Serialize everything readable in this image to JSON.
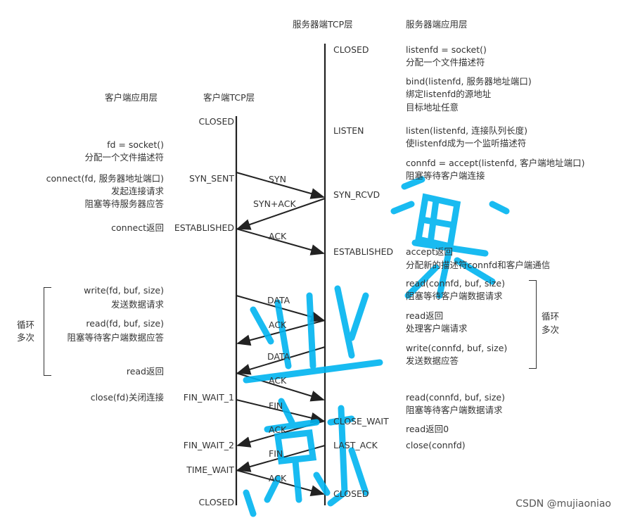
{
  "headers": {
    "server_tcp": "服务器端TCP层",
    "server_app": "服务器端应用层",
    "client_app": "客户端应用层",
    "client_tcp": "客户端TCP层"
  },
  "client_states": [
    "CLOSED",
    "SYN_SENT",
    "ESTABLISHED",
    "FIN_WAIT_1",
    "FIN_WAIT_2",
    "TIME_WAIT",
    "CLOSED"
  ],
  "server_states": [
    "CLOSED",
    "LISTEN",
    "SYN_RCVD",
    "ESTABLISHED",
    "CLOSE_WAIT",
    "LAST_ACK",
    "CLOSED"
  ],
  "client_app": [
    "fd = socket()",
    "分配一个文件描述符",
    "connect(fd, 服务器地址端口)",
    "发起连接请求",
    "阻塞等待服务器应答",
    "connect返回",
    "write(fd, buf, size)",
    "发送数据请求",
    "read(fd, buf, size)",
    "阻塞等待客户端数据应答",
    "read返回",
    "close(fd)关闭连接"
  ],
  "server_app": [
    "listenfd = socket()",
    "分配一个文件描述符",
    "bind(listenfd, 服务器地址端口)",
    "绑定listenfd的源地址",
    "目标地址任意",
    "listen(listenfd, 连接队列长度)",
    "使listenfd成为一个监听描述符",
    "connfd = accept(listenfd, 客户端地址端口)",
    "阻塞等待客户端连接",
    "accept返回",
    "分配新的描述符connfd和客户端通信",
    "read(connfd, buf, size)",
    "阻塞等待客户端数据请求",
    "read返回",
    "处理客户端请求",
    "write(connfd, buf, size)",
    "发送数据应答",
    "read(connfd, buf, size)",
    "阻塞等待客户端数据请求",
    "read返回0",
    "close(connfd)"
  ],
  "loop_label": [
    "循环",
    "多次"
  ],
  "messages": [
    "SYN",
    "SYN+ACK",
    "ACK",
    "DATA",
    "ACK",
    "DATA",
    "ACK",
    "FIN",
    "ACK",
    "FIN",
    "ACK"
  ],
  "watermark": "就业课",
  "footer": "CSDN @mujiaoniao"
}
